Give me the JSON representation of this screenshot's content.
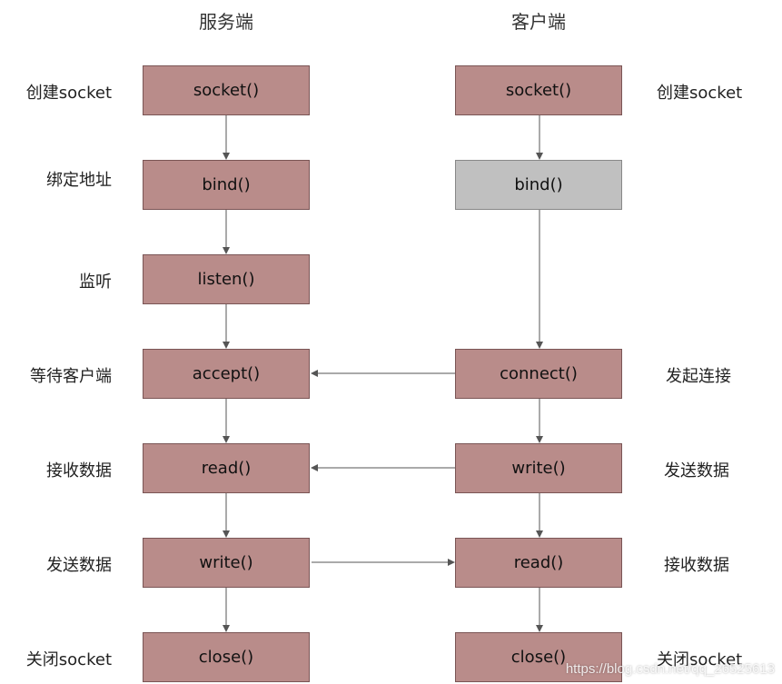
{
  "headers": {
    "server": "服务端",
    "client": "客户端"
  },
  "server": {
    "steps": [
      {
        "call": "socket()",
        "label": "创建socket"
      },
      {
        "call": "bind()",
        "label": "绑定地址"
      },
      {
        "call": "listen()",
        "label": "监听"
      },
      {
        "call": "accept()",
        "label": "等待客户端"
      },
      {
        "call": "read()",
        "label": "接收数据"
      },
      {
        "call": "write()",
        "label": "发送数据"
      },
      {
        "call": "close()",
        "label": "关闭socket"
      }
    ]
  },
  "client": {
    "steps": [
      {
        "call": "socket()",
        "label": "创建socket"
      },
      {
        "call": "bind()",
        "label": ""
      },
      {
        "call": "connect()",
        "label": "发起连接"
      },
      {
        "call": "write()",
        "label": "发送数据"
      },
      {
        "call": "read()",
        "label": "接收数据"
      },
      {
        "call": "close()",
        "label": "关闭socket"
      }
    ]
  },
  "watermark": "https://blog.csdn.net/qq_26525613",
  "colors": {
    "box_fill": "#b98c8a",
    "box_border": "#7a5555",
    "optional_box_fill": "#c0c0c0",
    "arrow": "#555555"
  }
}
